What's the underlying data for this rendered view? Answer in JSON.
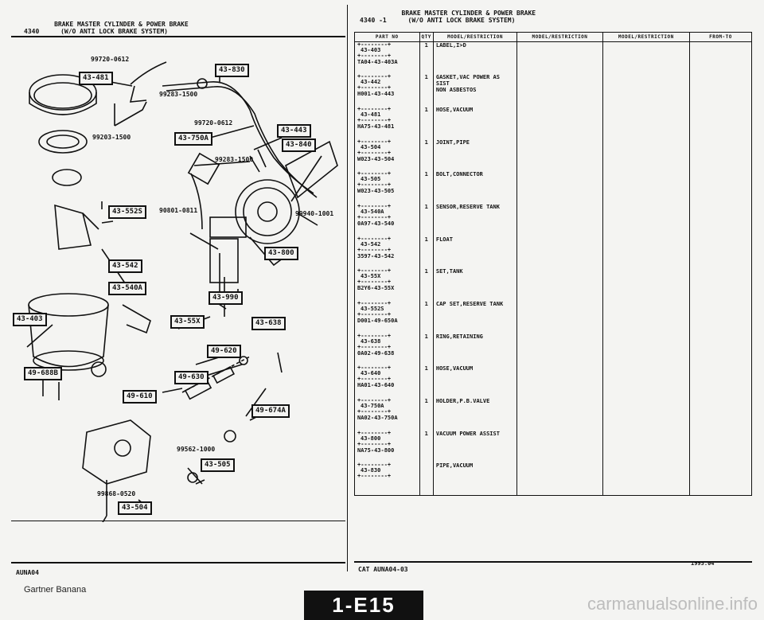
{
  "left_header": {
    "code": "4340",
    "title_line1": "BRAKE MASTER CYLINDER & POWER BRAKE",
    "title_line2": "(W/O ANTI LOCK BRAKE SYSTEM)"
  },
  "right_header": {
    "code": "4340  -1",
    "title_line1": "BRAKE MASTER CYLINDER & POWER BRAKE",
    "title_line2": "(W/O ANTI LOCK BRAKE SYSTEM)"
  },
  "diagram": {
    "callouts": [
      "43-481",
      "43-830",
      "43-443",
      "43-750A",
      "43-840",
      "43-552S",
      "43-542",
      "43-540A",
      "43-800",
      "43-990",
      "43-403",
      "43-55X",
      "43-638",
      "49-620",
      "49-630",
      "49-610",
      "49-688B",
      "49-674A",
      "43-505",
      "43-504"
    ],
    "part_numbers": [
      "99720-0612",
      "99283-1500",
      "99203-1500",
      "99720-0612",
      "99283-1500",
      "90801-0811",
      "99940-1001",
      "99562-1000",
      "99868-0520"
    ]
  },
  "table": {
    "headers": [
      "PART NO",
      "QTY",
      "MODEL/RESTRICTION",
      "MODEL/RESTRICTION",
      "MODEL/RESTRICTION",
      "FROM-TO"
    ],
    "rows": [
      {
        "box": "43-403",
        "code": "TA04-43-403A",
        "qty": "1",
        "desc": "LABEL,I>D"
      },
      {
        "box": "43-442",
        "code": "H001-43-443",
        "qty": "1",
        "desc": "GASKET,VAC POWER AS SIST\nNON ASBESTOS"
      },
      {
        "box": "43-481",
        "code": "HA75-43-481",
        "qty": "1",
        "desc": "HOSE,VACUUM"
      },
      {
        "box": "43-504",
        "code": "W023-43-504",
        "qty": "1",
        "desc": "JOINT,PIPE"
      },
      {
        "box": "43-505",
        "code": "W023-43-505",
        "qty": "1",
        "desc": "BOLT,CONNECTOR"
      },
      {
        "box": "43-540A",
        "code": "0A97-43-540",
        "qty": "1",
        "desc": "SENSOR,RESERVE TANK"
      },
      {
        "box": "43-542",
        "code": "3597-43-542",
        "qty": "1",
        "desc": "FLOAT"
      },
      {
        "box": "43-55X",
        "code": "B2Y6-43-55X",
        "qty": "1",
        "desc": "SET,TANK"
      },
      {
        "box": "43-552S",
        "code": "D001-49-650A",
        "qty": "1",
        "desc": "CAP SET,RESERVE TANK"
      },
      {
        "box": "43-638",
        "code": "0A02-49-638",
        "qty": "1",
        "desc": "RING,RETAINING"
      },
      {
        "box": "43-640",
        "code": "HA01-43-640",
        "qty": "1",
        "desc": "HOSE,VACUUM"
      },
      {
        "box": "43-750A",
        "code": "NA02-43-750A",
        "qty": "1",
        "desc": "HOLDER,P.B.VALVE"
      },
      {
        "box": "43-800",
        "code": "NA75-43-800",
        "qty": "1",
        "desc": "VACUUM POWER ASSIST"
      },
      {
        "box": "43-830",
        "code": "",
        "qty": "",
        "desc": "PIPE,VACUUM"
      }
    ]
  },
  "footer": {
    "left_code": "AUNA04",
    "cat": "CAT  AUNA04-03",
    "date": "1995.04",
    "publisher": "Gartner Banana",
    "page": "1-E15",
    "watermark": "carmanualsonline.info"
  }
}
